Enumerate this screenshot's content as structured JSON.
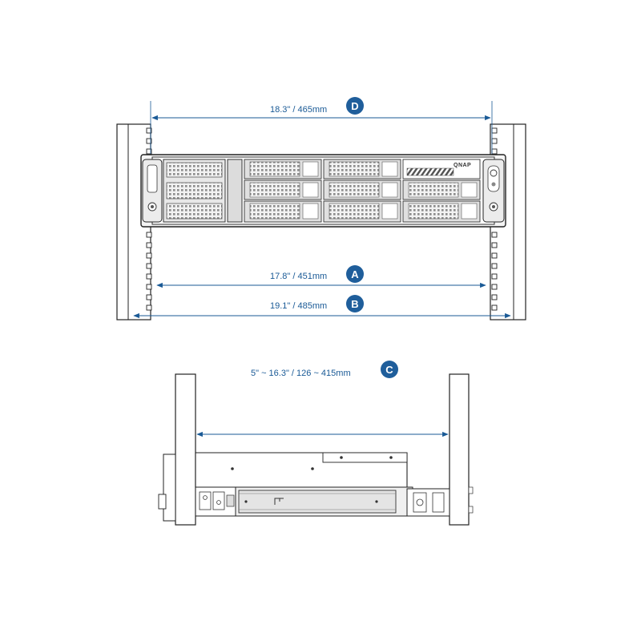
{
  "colors": {
    "dimension": "#1a5a96",
    "badge": "#1f5e9b",
    "outline": "#222222",
    "fill_light": "#eeeeee",
    "fill_mid": "#d6d6d6"
  },
  "logo": {
    "text": "QNAP"
  },
  "dimensions": {
    "d": {
      "label": "18.3\" / 465mm",
      "badge": "D"
    },
    "a": {
      "label": "17.8\" / 451mm",
      "badge": "A"
    },
    "b": {
      "label": "19.1\" / 485mm",
      "badge": "B"
    },
    "c": {
      "label": "5\" ~ 16.3\" / 126 ~ 415mm",
      "badge": "C"
    }
  }
}
